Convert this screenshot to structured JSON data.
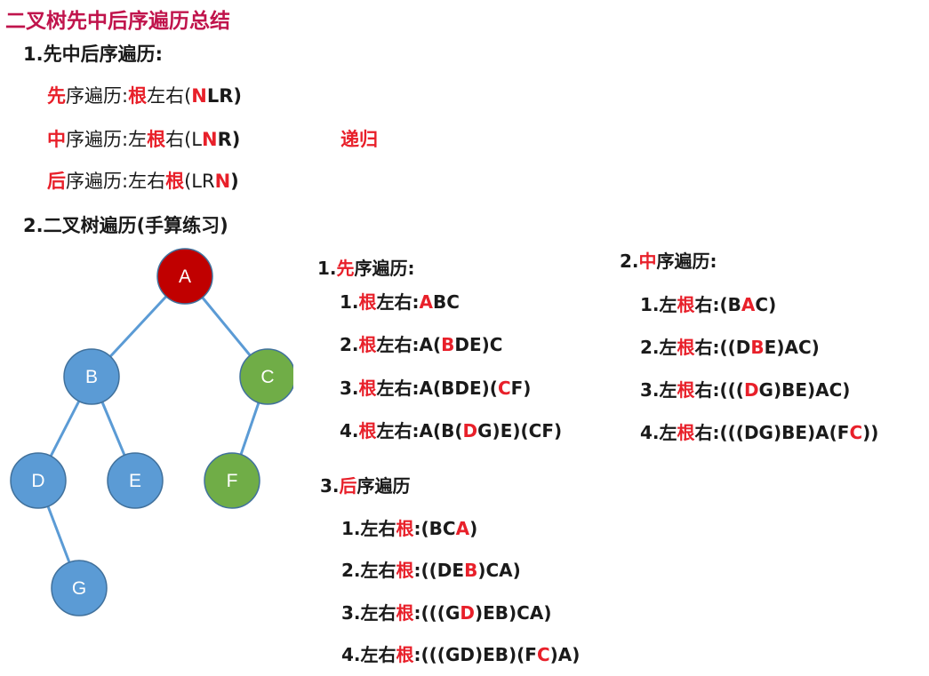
{
  "title": "二叉树先中后序遍历总结",
  "sec1": {
    "heading": "1.先中后序遍历:",
    "rows": [
      {
        "a": "先",
        "b": "序遍历:",
        "c": "根",
        "d": "左右(",
        "e": "N",
        "f": "LR)"
      },
      {
        "a": "中",
        "b": "序遍历:左",
        "c": "根",
        "d": "右(L",
        "e": "N",
        "f": "R)"
      },
      {
        "a": "后",
        "b": "序遍历:左右",
        "c": "根",
        "d": "(LR",
        "e": "N",
        "f": ")"
      }
    ],
    "recursion": "递归"
  },
  "sec2": {
    "heading": "2.二叉树遍历(手算练习)"
  },
  "tree": {
    "nodes": [
      {
        "id": "A",
        "label": "A",
        "color": "#c00000"
      },
      {
        "id": "B",
        "label": "B",
        "color": "#5b9bd5"
      },
      {
        "id": "C",
        "label": "C",
        "color": "#70ad47"
      },
      {
        "id": "D",
        "label": "D",
        "color": "#5b9bd5"
      },
      {
        "id": "E",
        "label": "E",
        "color": "#5b9bd5"
      },
      {
        "id": "F",
        "label": "F",
        "color": "#70ad47"
      },
      {
        "id": "G",
        "label": "G",
        "color": "#5b9bd5"
      }
    ],
    "edges": [
      [
        "A",
        "B"
      ],
      [
        "A",
        "C"
      ],
      [
        "B",
        "D"
      ],
      [
        "B",
        "E"
      ],
      [
        "C",
        "F"
      ],
      [
        "D",
        "G"
      ]
    ],
    "edge_color": "#5b9bd5"
  },
  "pre": {
    "head_num": "1.",
    "head_red": "先",
    "head_rest": "序遍历:",
    "steps": [
      {
        "n": "1.",
        "k": "根",
        "l": "左右:",
        "p": "",
        "r": "A",
        "s": "BC"
      },
      {
        "n": "2.",
        "k": "根",
        "l": "左右:",
        "p": "A(",
        "r": "B",
        "s": "DE)C"
      },
      {
        "n": "3.",
        "k": "根",
        "l": "左右:",
        "p": "A(BDE)(",
        "r": "C",
        "s": "F)"
      },
      {
        "n": "4.",
        "k": "根",
        "l": "左右:",
        "p": "A(B(",
        "r": "D",
        "s": "G)E)(CF)"
      }
    ]
  },
  "in": {
    "head_num": "2.",
    "head_red": "中",
    "head_rest": "序遍历:",
    "steps": [
      {
        "n": "1.",
        "l": "左",
        "k": "根",
        "m": "右:",
        "p": "(B",
        "r": "A",
        "s": "C)"
      },
      {
        "n": "2.",
        "l": "左",
        "k": "根",
        "m": "右:",
        "p": "((D",
        "r": "B",
        "s": "E)AC)"
      },
      {
        "n": "3.",
        "l": "左",
        "k": "根",
        "m": "右:",
        "p": "(((",
        "r": "D",
        "s": "G)BE)AC)"
      },
      {
        "n": "4.",
        "l": "左",
        "k": "根",
        "m": "右:",
        "p": "(((DG)BE)A(F",
        "r": "C",
        "s": "))"
      }
    ]
  },
  "post": {
    "head_num": "3.",
    "head_red": "后",
    "head_rest": "序遍历",
    "steps": [
      {
        "n": "1.",
        "l": "左右",
        "k": "根",
        "m": ":",
        "p": "(BC",
        "r": "A",
        "s": ")"
      },
      {
        "n": "2.",
        "l": "左右",
        "k": "根",
        "m": ":",
        "p": "((DE",
        "r": "B",
        "s": ")CA)"
      },
      {
        "n": "3.",
        "l": "左右",
        "k": "根",
        "m": ":",
        "p": "(((G",
        "r": "D",
        "s": ")EB)CA)"
      },
      {
        "n": "4.",
        "l": "左右",
        "k": "根",
        "m": ":",
        "p": "(((GD)EB)(F",
        "r": "C",
        "s": ")A)"
      }
    ]
  }
}
